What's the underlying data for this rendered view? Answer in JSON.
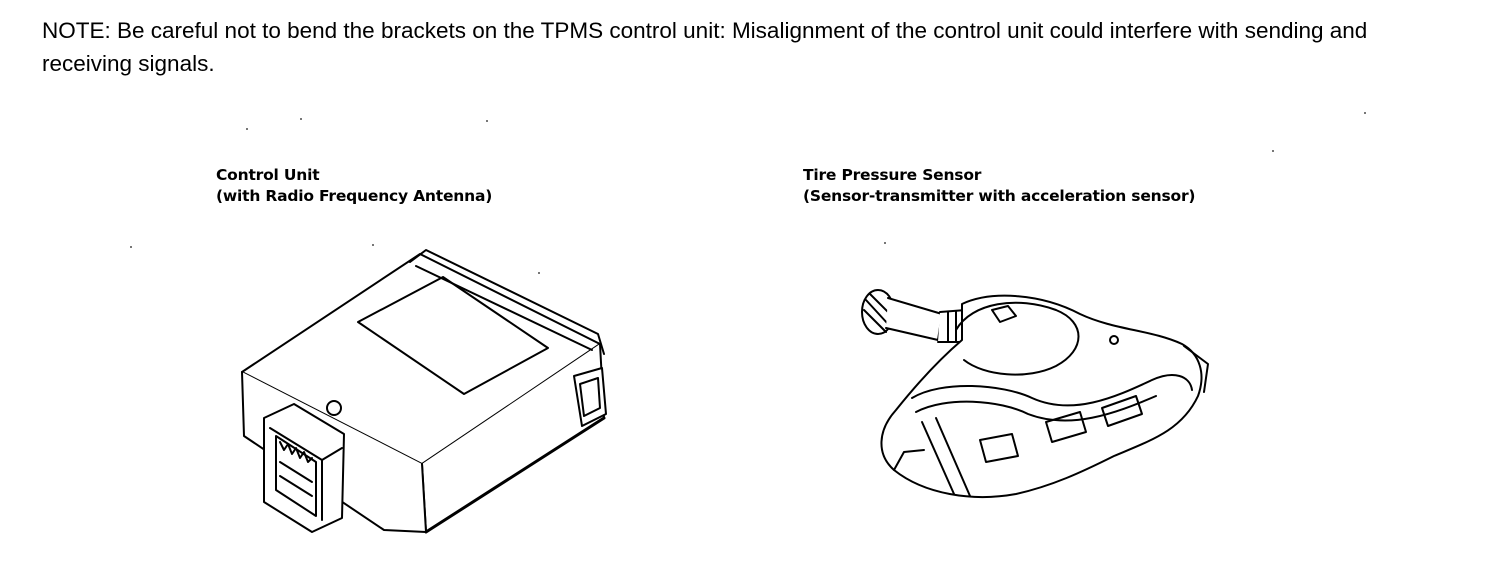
{
  "note": "NOTE: Be careful not to bend the brackets on the TPMS control unit: Misalignment of the control unit could interfere with sending and receiving signals.",
  "control_unit": {
    "title": "Control Unit",
    "subtitle": "(with Radio Frequency Antenna)",
    "icon": "control-unit-drawing"
  },
  "tire_pressure_sensor": {
    "title": "Tire Pressure Sensor",
    "subtitle": "(Sensor-transmitter with acceleration sensor)",
    "icon": "tire-pressure-sensor-drawing"
  },
  "colors": {
    "ink": "#000000",
    "background": "#ffffff"
  }
}
